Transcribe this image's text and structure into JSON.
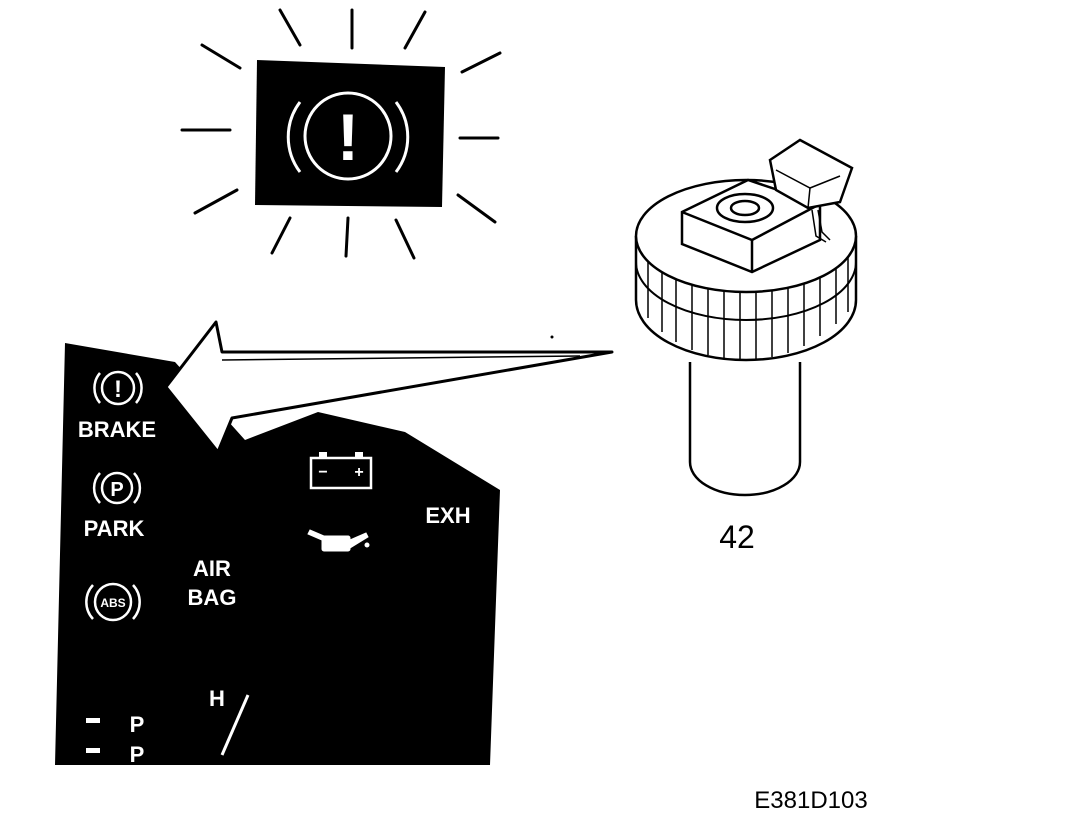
{
  "warning_lamp": {
    "symbol": "!",
    "icon": "brake-warning-icon"
  },
  "cluster": {
    "brake_label": "BRAKE",
    "brake_symbol": "!",
    "park_label": "PARK",
    "park_symbol": "P",
    "abs_label": "ABS",
    "airbag_line1": "AIR",
    "airbag_line2": "BAG",
    "exh_label": "EXH",
    "battery_minus": "−",
    "battery_plus": "+",
    "gauge_label": "H",
    "gear_p": "P",
    "gear_next": "P"
  },
  "component": {
    "callout": "42",
    "icon": "brake-fluid-reservoir-cap-icon"
  },
  "figure_code": "E381D103",
  "colors": {
    "ink": "#000000",
    "paper": "#ffffff"
  }
}
